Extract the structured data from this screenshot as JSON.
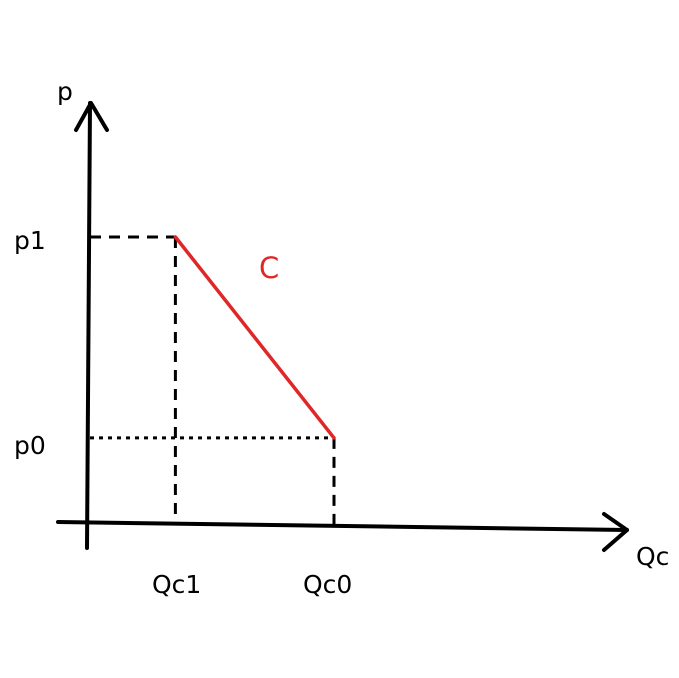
{
  "chart_data": {
    "type": "line",
    "title": "",
    "xlabel": "Qc",
    "ylabel": "p",
    "ylim": [
      0,
      1.4
    ],
    "xlim": [
      0,
      1.25
    ],
    "x_tick_labels": [
      {
        "label": "Qc1",
        "value": 0.35
      },
      {
        "label": "Qc0",
        "value": 1.0
      }
    ],
    "y_tick_labels": [
      {
        "label": "p1",
        "value": 1.0
      },
      {
        "label": "p0",
        "value": 0.3
      }
    ],
    "series": [
      {
        "name": "C",
        "color": "#e02727",
        "points": [
          {
            "x": 0.35,
            "y": 1.0
          },
          {
            "x": 1.0,
            "y": 0.3
          }
        ]
      }
    ],
    "guides": [
      {
        "from": [
          0,
          1.0
        ],
        "to": [
          0.35,
          1.0
        ],
        "style": "dashed"
      },
      {
        "from": [
          0.35,
          1.0
        ],
        "to": [
          0.35,
          0
        ],
        "style": "dashed"
      },
      {
        "from": [
          0,
          0.3
        ],
        "to": [
          1.0,
          0.3
        ],
        "style": "dotted"
      },
      {
        "from": [
          1.0,
          0.3
        ],
        "to": [
          1.0,
          0
        ],
        "style": "dashed"
      }
    ],
    "grid": false,
    "legend": "none"
  }
}
